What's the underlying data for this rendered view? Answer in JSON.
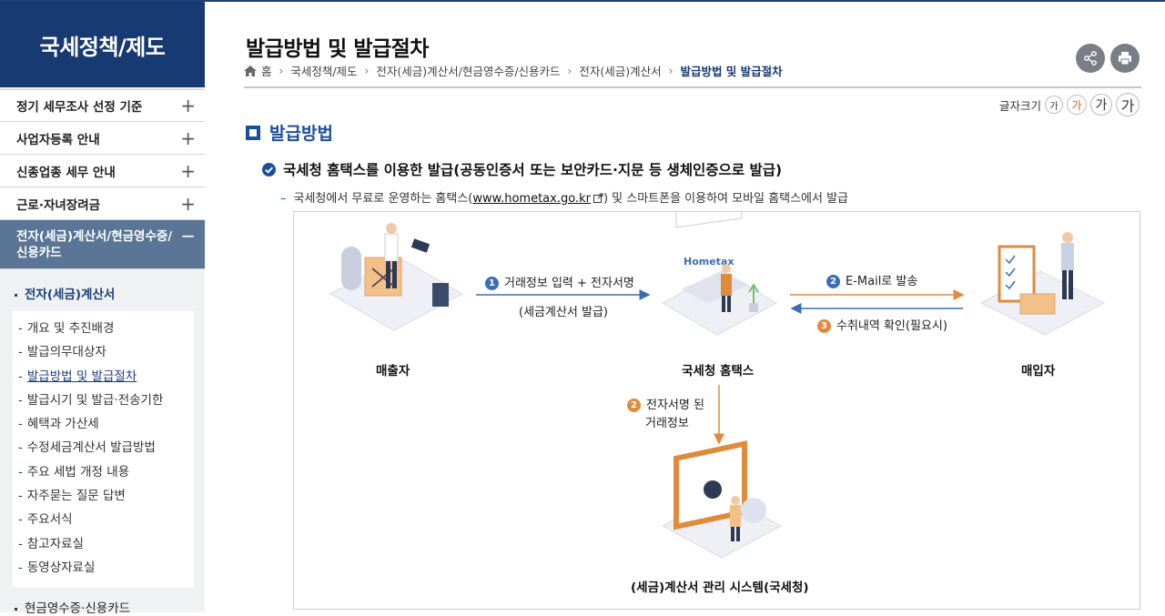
{
  "sidebar": {
    "title": "국세정책/제도",
    "menu": [
      {
        "label": "정기 세무조사 선정 기준",
        "toggle": "+"
      },
      {
        "label": "사업자등록 안내",
        "toggle": "+"
      },
      {
        "label": "신종업종 세무 안내",
        "toggle": "+"
      },
      {
        "label": "근로·자녀장려금",
        "toggle": "+"
      }
    ],
    "active": {
      "label": "전자(세금)계산서/현금영수증/신용카드",
      "toggle": "−"
    },
    "sub_head": "전자(세금)계산서",
    "sub_items": [
      "개요 및 추진배경",
      "발급의무대상자",
      "발급방법 및 발급절차",
      "발급시기 및 발급·전송기한",
      "혜택과 가산세",
      "수정세금계산서 발급방법",
      "주요 세법 개정 내용",
      "자주묻는 질문 답변",
      "주요서식",
      "참고자료실",
      "동영상자료실"
    ],
    "current_sub_index": 2,
    "sub_foot": "현금영수증·신용카드"
  },
  "header": {
    "title": "발급방법 및 발급절차",
    "breadcrumb": [
      "홈",
      "국세정책/제도",
      "전자(세금)계산서/현금영수증/신용카드",
      "전자(세금)계산서",
      "발급방법 및 발급절차"
    ],
    "share_icon": "share-icon",
    "print_icon": "print-icon"
  },
  "font_size": {
    "label": "글자크기",
    "options": [
      "가",
      "가",
      "가",
      "가"
    ],
    "selected_index": 1,
    "selected_color": "#e05a1c"
  },
  "content": {
    "section_title": "발급방법",
    "subtitle": "국세청 홈택스를 이용한 발급(공동인증서 또는 보안카드·지문 등 생체인증으로 발급)",
    "desc_before": "국세청에서 무료로 운영하는 홈택스(",
    "desc_link": "www.hometax.go.kr",
    "desc_after": ") 및 스마트폰을 이용하여 모바일 홈택스에서 발급"
  },
  "diagram": {
    "seller": "매출자",
    "hometax": "국세청 홈택스",
    "buyer": "매입자",
    "system": "(세금)계산서 관리 시스템(국세청)",
    "step1_num": "1",
    "step1": "거래정보 입력 + 전자서명",
    "step1_sub": "(세금계산서 발급)",
    "step2_email_num": "2",
    "step2_email": "E-Mail로 발송",
    "step3_num": "3",
    "step3": "수취내역 확인(필요시)",
    "step2_down_num": "2",
    "step2_down_line1": "전자서명 된",
    "step2_down_line2": "거래정보",
    "hometax_logo": "Hometax"
  },
  "colors": {
    "navy": "#173a72",
    "active_menu": "#5a7595",
    "accent_blue": "#1d4e9a",
    "arrow_blue": "#3d6db5",
    "arrow_orange": "#e08a3c"
  }
}
